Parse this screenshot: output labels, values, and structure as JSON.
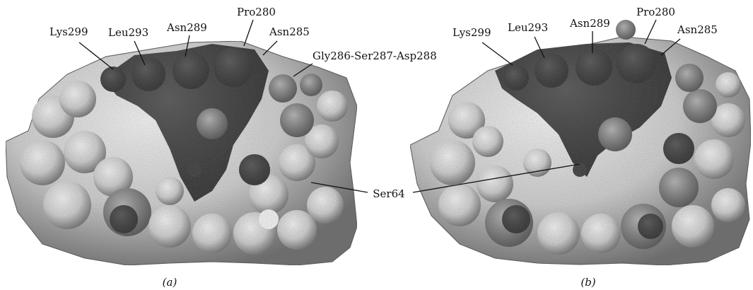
{
  "panels": [
    {
      "id": "a",
      "caption": "(a)",
      "labels": {
        "lys299": "Lys299",
        "leu293": "Leu293",
        "asn289": "Asn289",
        "pro280": "Pro280",
        "asn285": "Asn285",
        "gly286": "Gly286-Ser287-Asp288"
      }
    },
    {
      "id": "b",
      "caption": "(b)",
      "labels": {
        "lys299": "Lys299",
        "leu293": "Leu293",
        "asn289": "Asn289",
        "pro280": "Pro280",
        "asn285": "Asn285"
      }
    }
  ],
  "shared_label": "Ser64",
  "colors": {
    "surface_light": "#f2f2f2",
    "surface_mid": "#9a9a9a",
    "surface_dark": "#1e1e1e",
    "ink": "#111111"
  }
}
